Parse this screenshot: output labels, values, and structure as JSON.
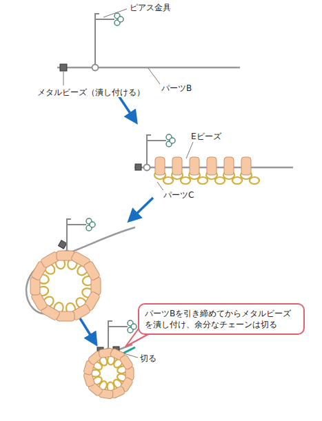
{
  "diagram": {
    "nodes": [
      {
        "text": [
          "パーツBを引き締めてからメタルビーズを潰し付け、余分なチェーンは切る"
        ]
      }
    ],
    "labels": [
      "ピアス金具",
      "メタルビーズ（潰し付ける）",
      "パーツB",
      "Eビーズ",
      "パーツC",
      "切る"
    ]
  }
}
